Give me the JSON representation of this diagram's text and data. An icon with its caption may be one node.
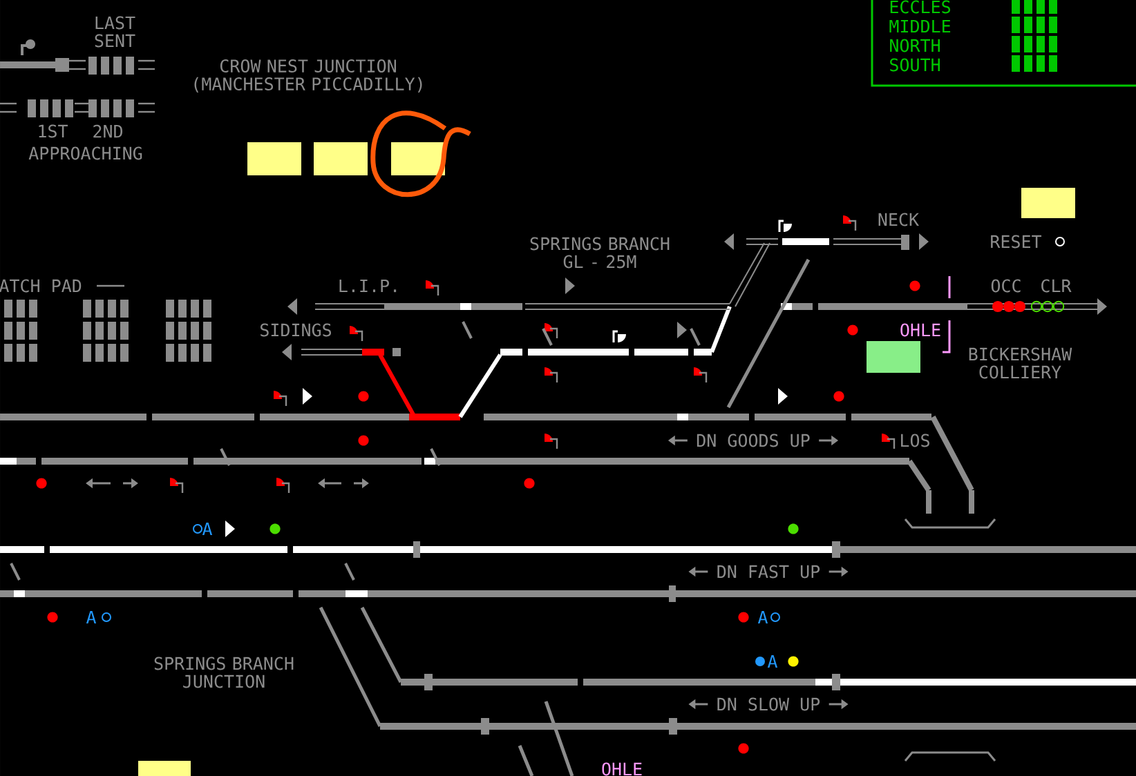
{
  "diagram": {
    "labels": [
      "LAST SENT",
      "ECCLES",
      "MIDDLE",
      "NORTH",
      "SOUTH",
      "CROW NEST JUNCTION (MANCHESTER PICCADILLY)",
      "1ST",
      "2ND",
      "APPROACHING",
      "NECK",
      "SPRINGS BRANCH GL - 25M",
      "RESET",
      "ATCH PAD",
      "L.I.P.",
      "OCC",
      "CLR",
      "SIDINGS",
      "OHLE",
      "BICKERSHAW COLLIERY",
      "DN GOODS UP",
      "LOS",
      "A",
      "DN FAST UP",
      "A",
      "A",
      "SPRINGS BRANCH JUNCTION",
      "A",
      "DN SLOW UP",
      "OHLE"
    ]
  }
}
